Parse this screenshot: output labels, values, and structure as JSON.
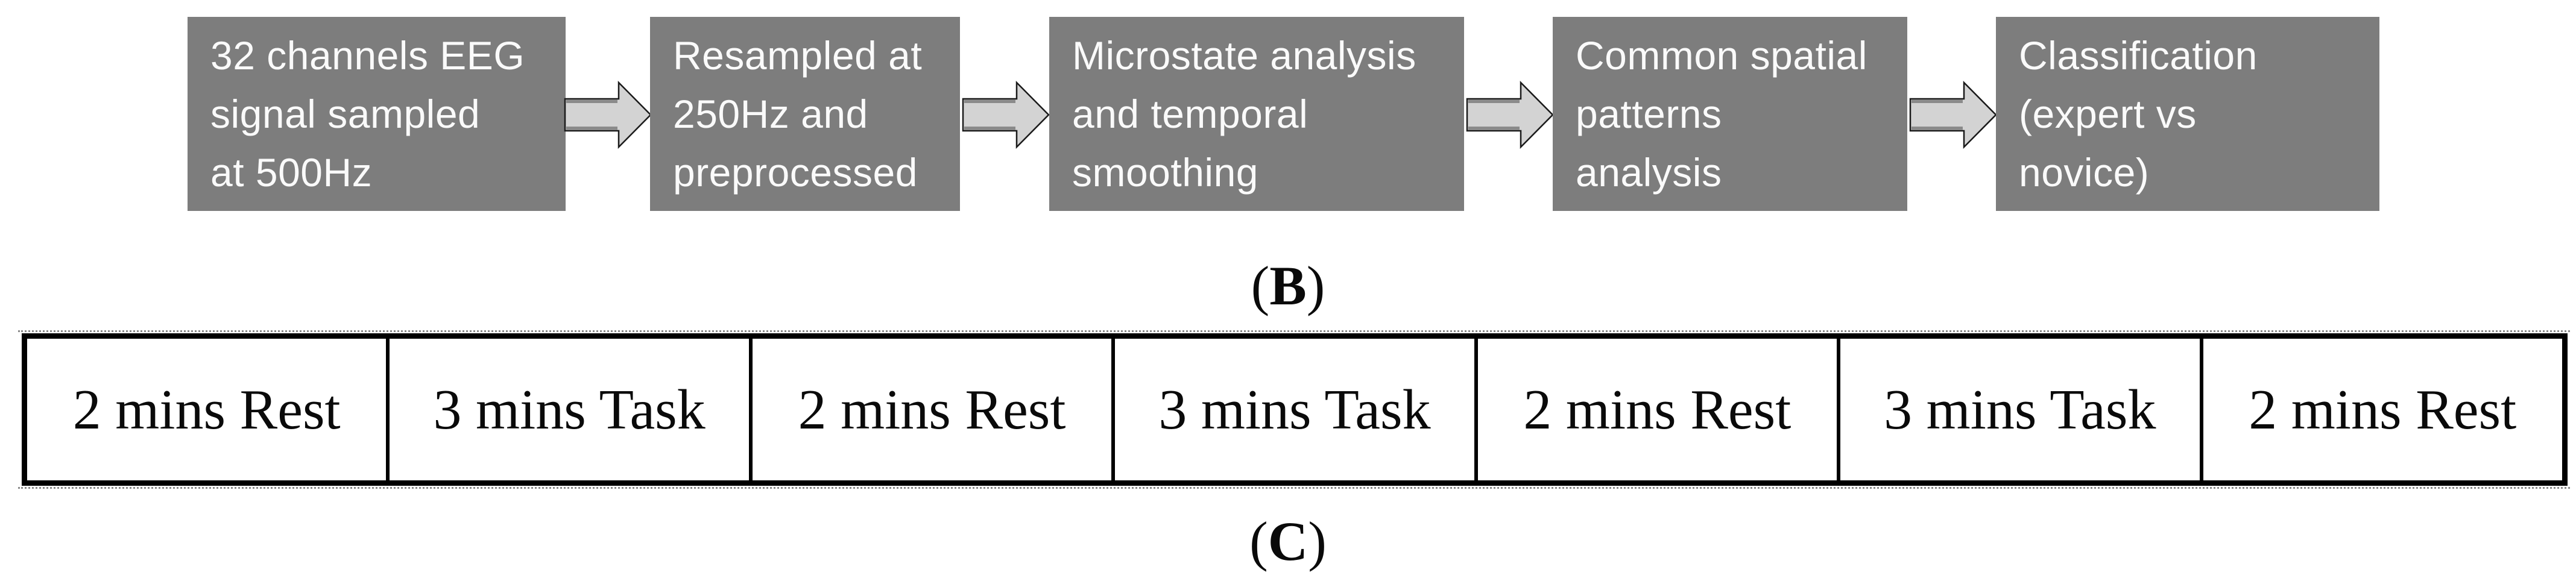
{
  "figure": {
    "description_b": "EEG processing pipeline flowchart",
    "description_c": "Experiment timeline"
  },
  "colors": {
    "box_fill": "#7d7d7d",
    "box_text": "#fafafa",
    "arrow_fill": "#d3d3d3",
    "arrow_shadow": "#8a8a8a",
    "arrow_outline": "#1a1a1a",
    "table_border": "#000000"
  },
  "flowchart": {
    "steps": [
      {
        "label": "32 channels EEG\nsignal sampled\nat 500Hz"
      },
      {
        "label": "Resampled at\n250Hz and\npreprocessed"
      },
      {
        "label": "Microstate analysis\nand temporal\nsmoothing"
      },
      {
        "label": "Common spatial\npatterns\nanalysis"
      },
      {
        "label": "Classification\n(expert vs\nnovice)"
      }
    ]
  },
  "panel_labels": {
    "b": {
      "open": "(",
      "letter": "B",
      "close": ")"
    },
    "c": {
      "open": "(",
      "letter": "C",
      "close": ")"
    }
  },
  "timeline": {
    "cells": [
      "2 mins Rest",
      "3 mins Task",
      "2 mins Rest",
      "3 mins Task",
      "2 mins Rest",
      "3 mins Task",
      "2 mins Rest"
    ]
  }
}
